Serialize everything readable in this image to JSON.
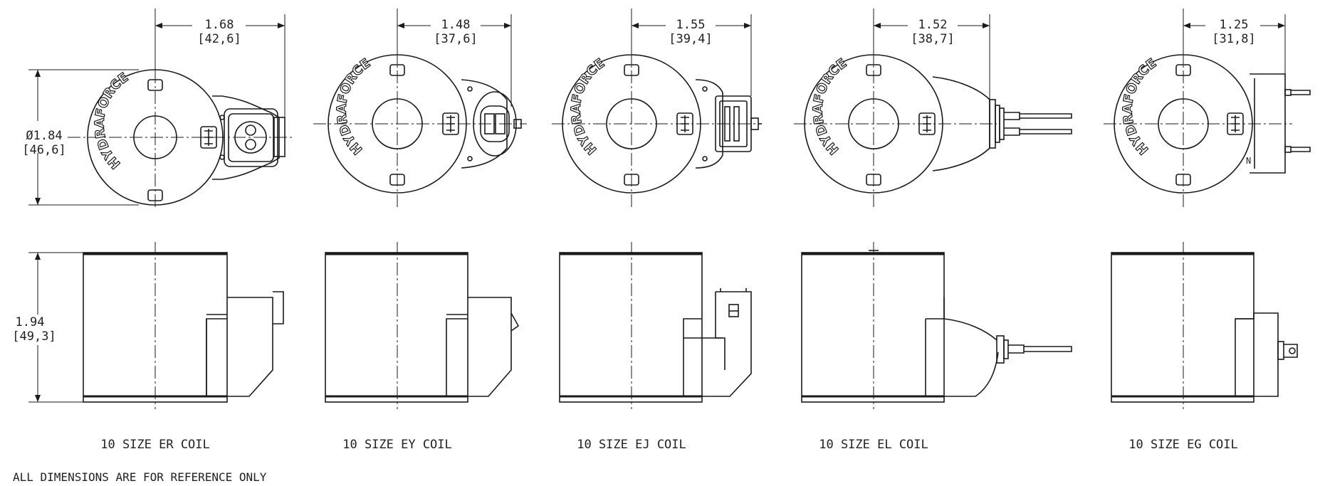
{
  "coils": [
    {
      "label": "10 SIZE ER COIL",
      "width_in": "1.68",
      "width_mm": "[42,6]",
      "connector": "deutsch"
    },
    {
      "label": "10 SIZE EY COIL",
      "width_in": "1.48",
      "width_mm": "[37,6]",
      "connector": "oval"
    },
    {
      "label": "10 SIZE EJ COIL",
      "width_in": "1.55",
      "width_mm": "[39,4]",
      "connector": "junior-timer"
    },
    {
      "label": "10 SIZE EL COIL",
      "width_in": "1.52",
      "width_mm": "[38,7]",
      "connector": "leads"
    },
    {
      "label": "10 SIZE EG COIL",
      "width_in": "1.25",
      "width_mm": "[31,8]",
      "connector": "spade"
    }
  ],
  "diameter": {
    "inch": "Ø1.84",
    "mm": "[46,6]"
  },
  "height": {
    "inch": "1.94",
    "mm": "[49,3]"
  },
  "brand_text": "HYDRAFORCE",
  "note": "ALL DIMENSIONS ARE FOR REFERENCE ONLY",
  "line_color": "#1a1a1a"
}
